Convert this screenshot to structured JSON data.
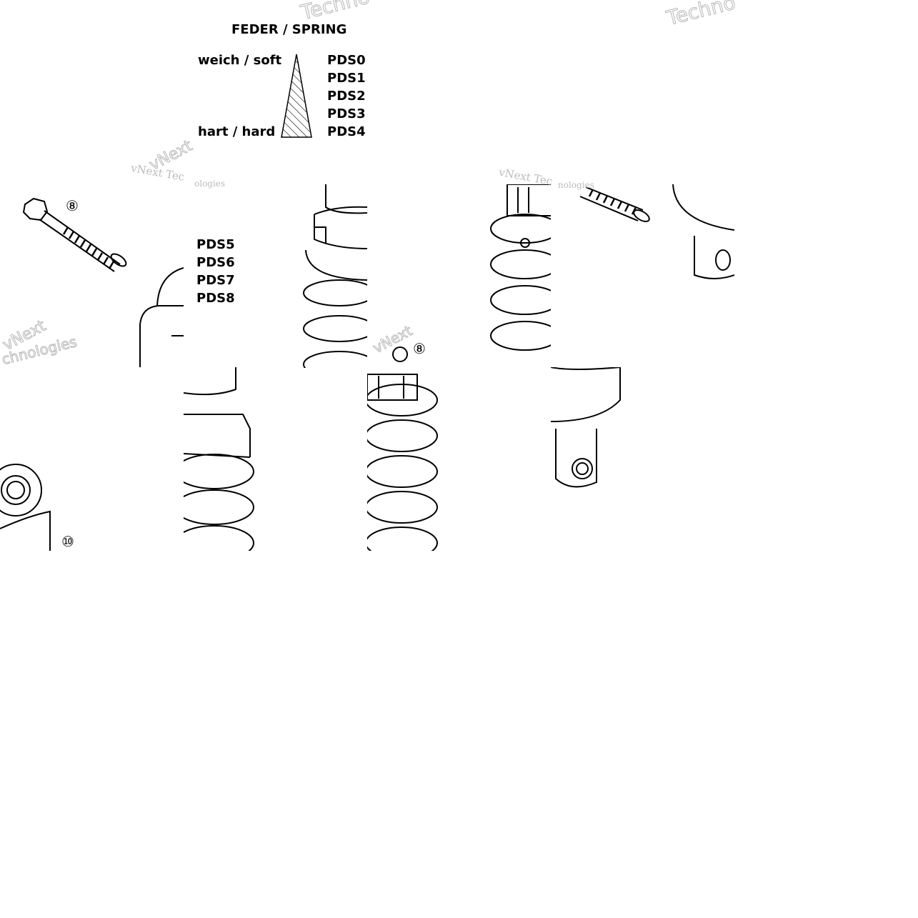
{
  "legend": {
    "title": "FEDER / SPRING",
    "soft_label": "weich / soft",
    "hard_label": "hart / hard",
    "grades_a": [
      "PDS0",
      "PDS1",
      "PDS2",
      "PDS3",
      "PDS4"
    ],
    "grades_b": [
      "PDS5",
      "PDS6",
      "PDS7",
      "PDS8"
    ]
  },
  "callouts": {
    "bolt": "⑧",
    "mount": "⑩"
  },
  "watermarks": [
    "Techno",
    "Techno",
    "vNext Tec",
    "vNext Tec",
    "vNext",
    "vNext",
    "chnologies",
    "ologies",
    "vNext",
    "nologies"
  ],
  "icons": {
    "spring-hardness": "wedge-icon",
    "bolt": "bolt-icon",
    "shock": "shock-absorber-icon"
  }
}
